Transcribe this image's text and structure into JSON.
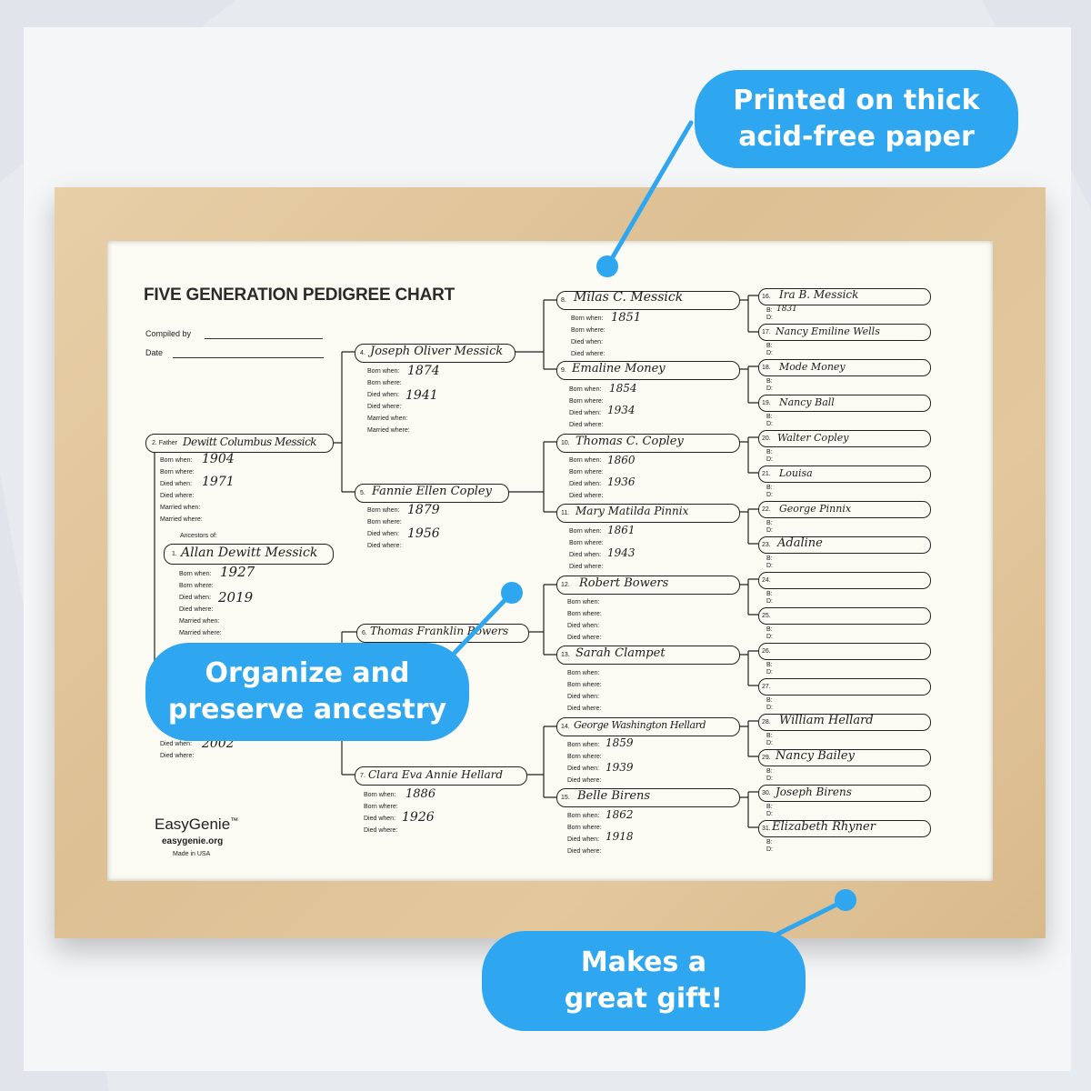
{
  "chart_title": "FIVE GENERATION PEDIGREE CHART",
  "compiled_by_label": "Compiled by",
  "date_label": "Date",
  "ancestors_of_label": "Ancestors of:",
  "brand": {
    "name": "EasyGenie",
    "tm": "™",
    "url": "easygenie.org",
    "made_in": "Made in USA"
  },
  "callouts": {
    "paper_line1": "Printed on thick",
    "paper_line2": "acid-free paper",
    "organize_line1": "Organize and",
    "organize_line2": "preserve ancestry",
    "gift_line1": "Makes a",
    "gift_line2": "great gift!"
  },
  "field_labels": {
    "born_when": "Born when:",
    "born_where": "Born where:",
    "died_when": "Died when:",
    "died_where": "Died where:",
    "married_when": "Married when:",
    "married_where": "Married where:",
    "b": "B:",
    "d": "D:"
  },
  "persons": {
    "p1": {
      "num": "1.",
      "name": "Allan Dewitt Messick",
      "born": "1927",
      "died": "2019"
    },
    "p2": {
      "num": "2. Father",
      "name": "Dewitt Columbus Messick",
      "born": "1904",
      "died": "1971"
    },
    "p3": {
      "died": "2002"
    },
    "p4": {
      "num": "4.",
      "name": "Joseph Oliver Messick",
      "born": "1874",
      "died": "1941"
    },
    "p5": {
      "num": "5.",
      "name": "Fannie Ellen Copley",
      "born": "1879",
      "died": "1956"
    },
    "p6": {
      "num": "6.",
      "name": "Thomas Franklin Bowers"
    },
    "p7": {
      "num": "7.",
      "name": "Clara Eva Annie Hellard",
      "born": "1886",
      "died": "1926"
    },
    "p8": {
      "num": "8.",
      "name": "Milas C. Messick",
      "born": "1851"
    },
    "p9": {
      "num": "9.",
      "name": "Emaline Money",
      "born": "1854",
      "died": "1934"
    },
    "p10": {
      "num": "10.",
      "name": "Thomas C. Copley",
      "born": "1860",
      "died": "1936"
    },
    "p11": {
      "num": "11.",
      "name": "Mary Matilda Pinnix",
      "born": "1861",
      "died": "1943"
    },
    "p12": {
      "num": "12.",
      "name": "Robert Bowers"
    },
    "p13": {
      "num": "13.",
      "name": "Sarah Clampet"
    },
    "p14": {
      "num": "14.",
      "name": "George Washington Hellard",
      "born": "1859",
      "died": "1939"
    },
    "p15": {
      "num": "15.",
      "name": "Belle Birens",
      "born": "1862",
      "died": "1918"
    },
    "p16": {
      "num": "16.",
      "name": "Ira B. Messick",
      "born": "1831"
    },
    "p17": {
      "num": "17.",
      "name": "Nancy Emiline Wells"
    },
    "p18": {
      "num": "18.",
      "name": "Mode Money"
    },
    "p19": {
      "num": "19.",
      "name": "Nancy Ball"
    },
    "p20": {
      "num": "20.",
      "name": "Walter Copley"
    },
    "p21": {
      "num": "21.",
      "name": "Louisa"
    },
    "p22": {
      "num": "22.",
      "name": "George Pinnix"
    },
    "p23": {
      "num": "23.",
      "name": "Adaline"
    },
    "p24": {
      "num": "24.",
      "name": ""
    },
    "p25": {
      "num": "25.",
      "name": ""
    },
    "p26": {
      "num": "26.",
      "name": ""
    },
    "p27": {
      "num": "27.",
      "name": ""
    },
    "p28": {
      "num": "28.",
      "name": "William Hellard"
    },
    "p29": {
      "num": "29.",
      "name": "Nancy Bailey"
    },
    "p30": {
      "num": "30.",
      "name": "Joseph Birens"
    },
    "p31": {
      "num": "31.",
      "name": "Elizabeth Rhyner"
    }
  }
}
